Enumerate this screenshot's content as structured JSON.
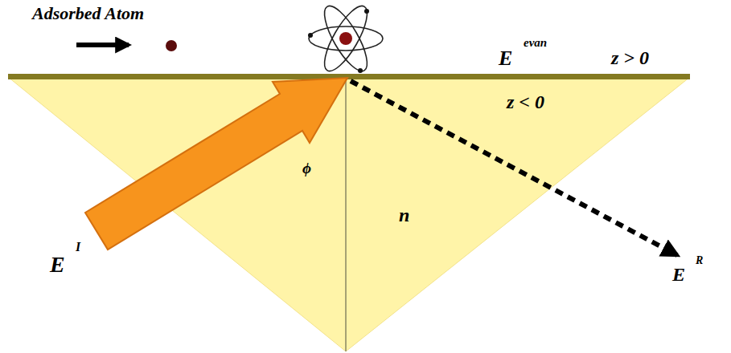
{
  "diagram": {
    "labels": [
      "Adsorbed Atom",
      "E",
      "evan",
      "z > 0",
      "z < 0",
      "ϕ",
      "n",
      "E",
      "I",
      "E",
      "R"
    ]
  }
}
